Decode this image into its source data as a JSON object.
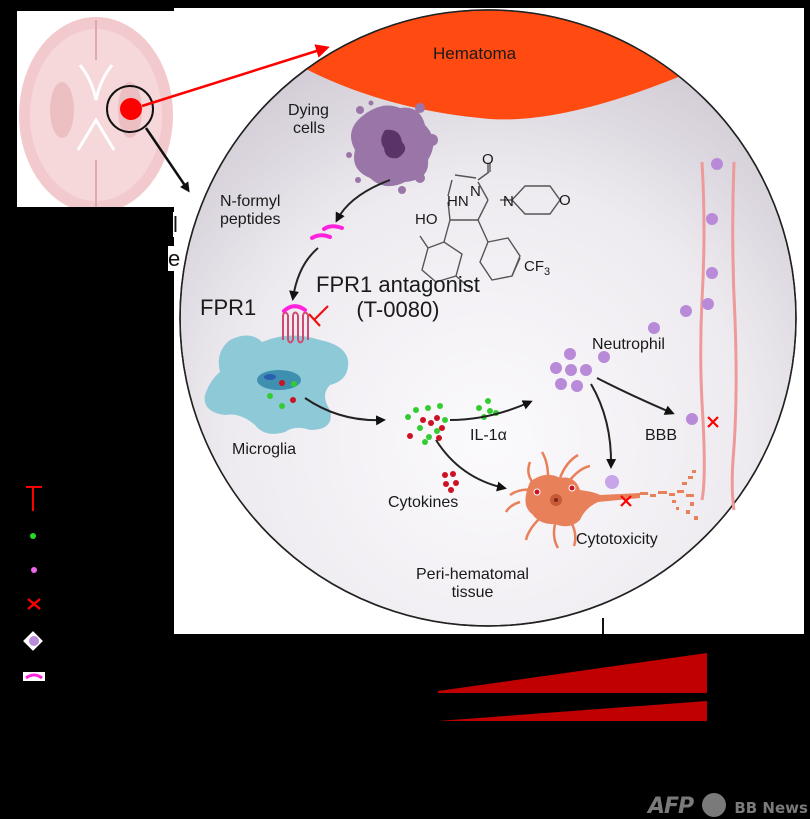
{
  "figure": {
    "hematoma_label": "Hematoma",
    "dying_cells_label_line1": "Dying",
    "dying_cells_label_line2": "cells",
    "n_formyl_label_line1": "N-formyl",
    "n_formyl_label_line2": "peptides",
    "fpr1_label": "FPR1",
    "antagonist_label_line1": "FPR1 antagonist",
    "antagonist_label_line2": "(T-0080)",
    "microglia_label": "Microglia",
    "il1a_label": "IL-1α",
    "cytokines_label": "Cytokines",
    "neutrophil_label": "Neutrophil",
    "bbb_label": "BBB",
    "cytotoxicity_label": "Cytotoxicity",
    "peri_label_line1": "Peri-hematomal",
    "peri_label_line2": "tissue",
    "molecule": {
      "atom_O_top": "O",
      "atom_N1": "N",
      "atom_HN": "HN",
      "atom_N2": "N",
      "atom_HO": "HO",
      "atom_O_ring": "O",
      "group_CF3": "CF",
      "group_CF3_sub": "3"
    },
    "left_fragment_1": "l",
    "left_fragment_2": "e"
  },
  "legend": {
    "items": [
      {
        "icon": "inhibition-t-icon",
        "color": "#ff0000"
      },
      {
        "icon": "green-dot-icon",
        "color": "#22dd22"
      },
      {
        "icon": "pink-dot-icon",
        "color": "#ee66ee"
      },
      {
        "icon": "red-x-icon",
        "color": "#ff0000"
      },
      {
        "icon": "neutrophil-icon",
        "color": "#b080d0"
      },
      {
        "icon": "n-formyl-peptide-icon",
        "color": "#ff22dd"
      }
    ]
  },
  "colors": {
    "hematoma": "#ff4a12",
    "microglia": "#8ec9d8",
    "neuron": "#e8805a",
    "vessel": "#ee9a9a",
    "neutrophil": "#b88ad8",
    "peptide": "#ff22dd",
    "il1a_dot": "#33cc33",
    "cytokine_dot": "#cc1122",
    "wedge": "#c00000"
  },
  "watermark": {
    "afp": "AFP",
    "bbnews": "BB News"
  }
}
